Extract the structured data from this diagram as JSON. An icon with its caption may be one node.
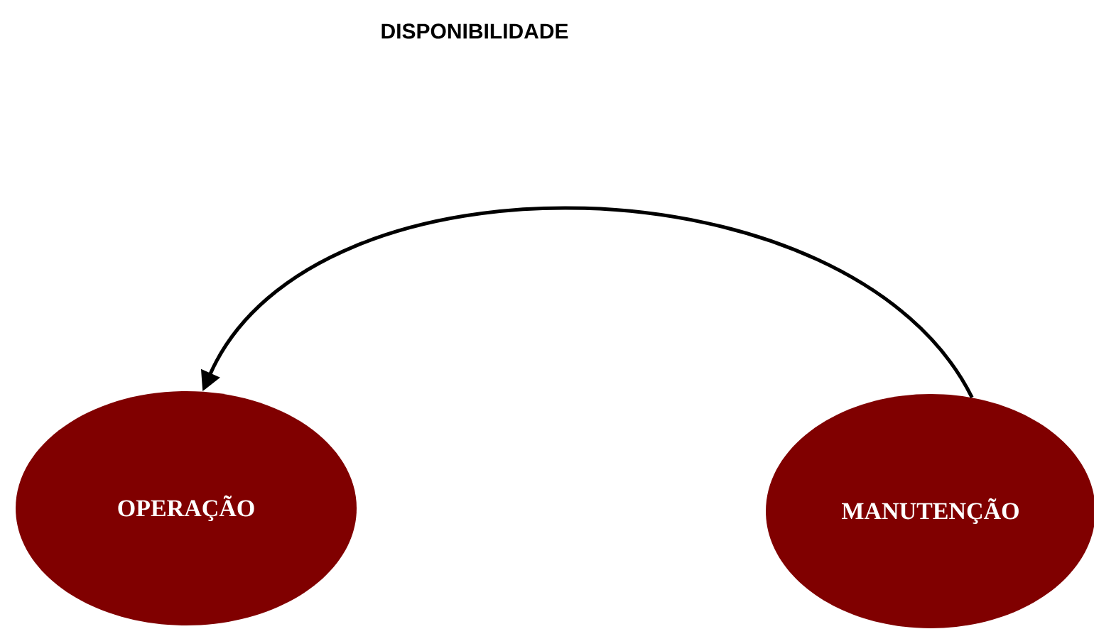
{
  "diagram": {
    "title": "DISPONIBILIDADE",
    "nodes": [
      {
        "text": [
          "OPERAÇÃO"
        ]
      },
      {
        "text": [
          "MANUTENÇÃO"
        ]
      }
    ],
    "edges": [
      {
        "from": 1,
        "to": 0,
        "arrow": "to"
      }
    ]
  }
}
